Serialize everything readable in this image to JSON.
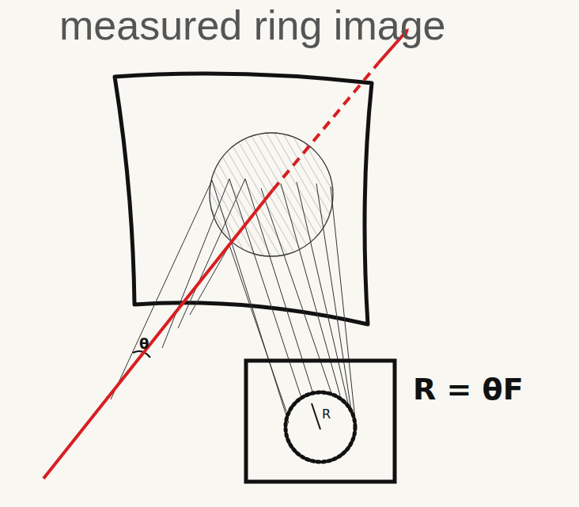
{
  "diagram": {
    "title": "measured ring image",
    "labels": [
      "θ",
      "R",
      "R = θF"
    ]
  }
}
